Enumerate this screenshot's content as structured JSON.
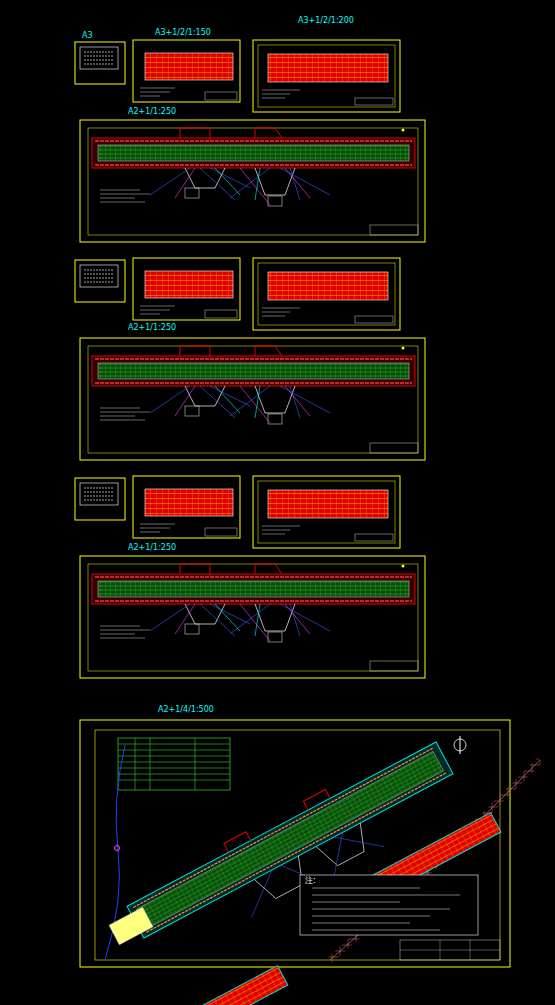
{
  "diagram": {
    "labels": [
      "A3",
      "A3+1/2/1:150",
      "A3+1/2/1:200",
      "A2+1/1:250",
      "A2+1/1:250",
      "A2+1/1:250",
      "A2+1/4/1:500",
      "注:"
    ]
  }
}
